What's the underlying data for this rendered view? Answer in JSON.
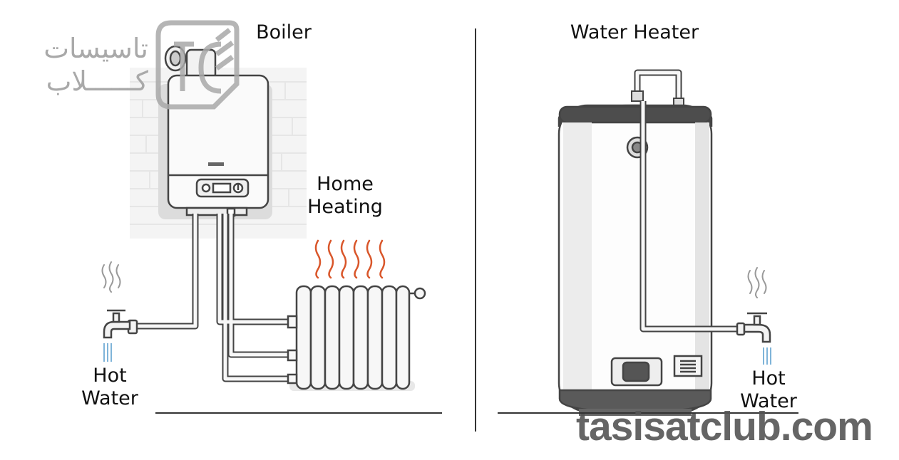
{
  "left_panel": {
    "title": "Boiler",
    "heating_label_line1": "Home",
    "heating_label_line2": "Heating",
    "tap_label_line1": "Hot",
    "tap_label_line2": "Water"
  },
  "right_panel": {
    "title": "Water Heater",
    "tap_label_line1": "Hot",
    "tap_label_line2": "Water"
  },
  "logo": {
    "line1": "تاسیسات",
    "line2": "کــــــلاب",
    "icon": "tc-monogram-icon"
  },
  "watermark": "tasisatclub.com",
  "colors": {
    "outline": "#444444",
    "heat_waves": "#d9562a",
    "water": "#7fb4d9",
    "logo": "#a9a9a9"
  }
}
